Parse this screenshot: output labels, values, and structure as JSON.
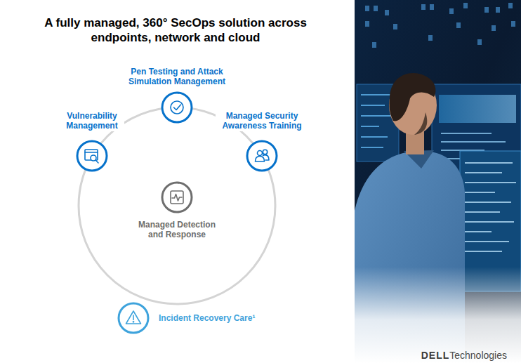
{
  "diagram": {
    "title": "A fully managed, 360° SecOps solution across endpoints, network and cloud",
    "nodes": [
      {
        "text": [
          "Pen Testing and Attack Simulation Management"
        ]
      },
      {
        "text": [
          "Vulnerability Management"
        ]
      },
      {
        "text": [
          "Managed Security Awareness Training"
        ]
      },
      {
        "text": [
          "Managed Detection and Response"
        ]
      },
      {
        "text": [
          "Incident Recovery Care¹"
        ]
      }
    ],
    "labels": [
      "DELL",
      "Technologies"
    ]
  }
}
